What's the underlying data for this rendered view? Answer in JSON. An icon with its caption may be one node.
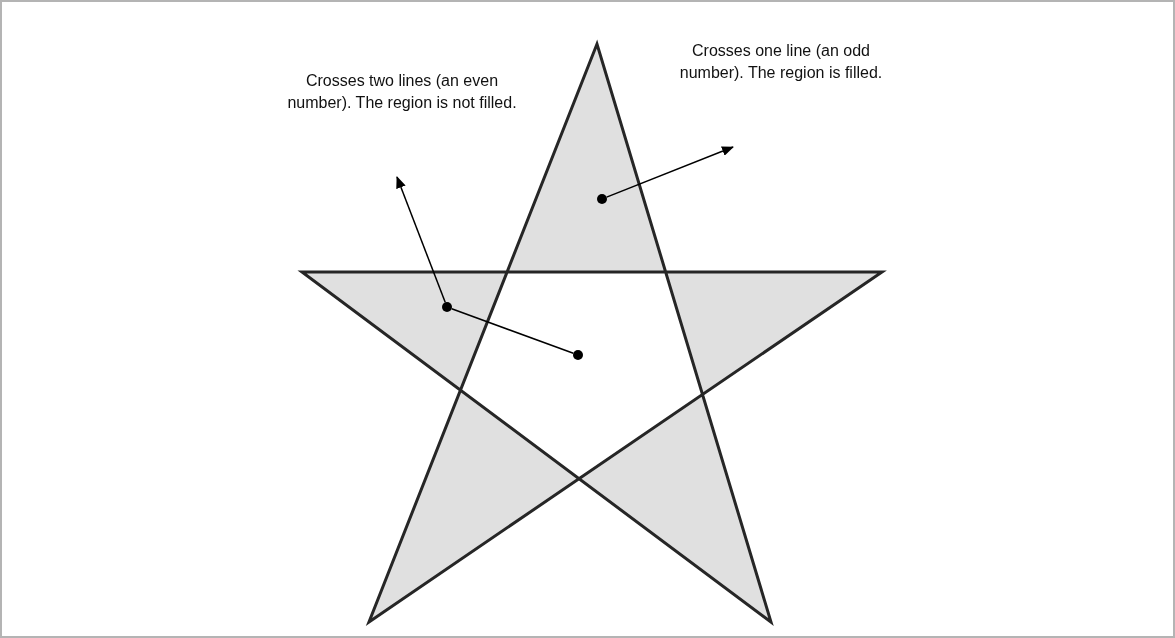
{
  "diagram": {
    "nodes": [
      {
        "text": [
          "Crosses two lines (an even number). The region is not filled."
        ]
      },
      {
        "text": [
          "Crosses one line (an odd number). The region is filled."
        ]
      },
      {
        "text": [],
        "shape": "circle"
      },
      {
        "text": [],
        "shape": "circle"
      },
      {
        "text": [],
        "shape": "circle"
      }
    ],
    "edges": [
      {
        "from": 4,
        "to": 3,
        "arrow": "none"
      },
      {
        "from": 3,
        "to": null,
        "arrow": "to"
      },
      {
        "from": 2,
        "to": null,
        "arrow": "to"
      }
    ]
  }
}
